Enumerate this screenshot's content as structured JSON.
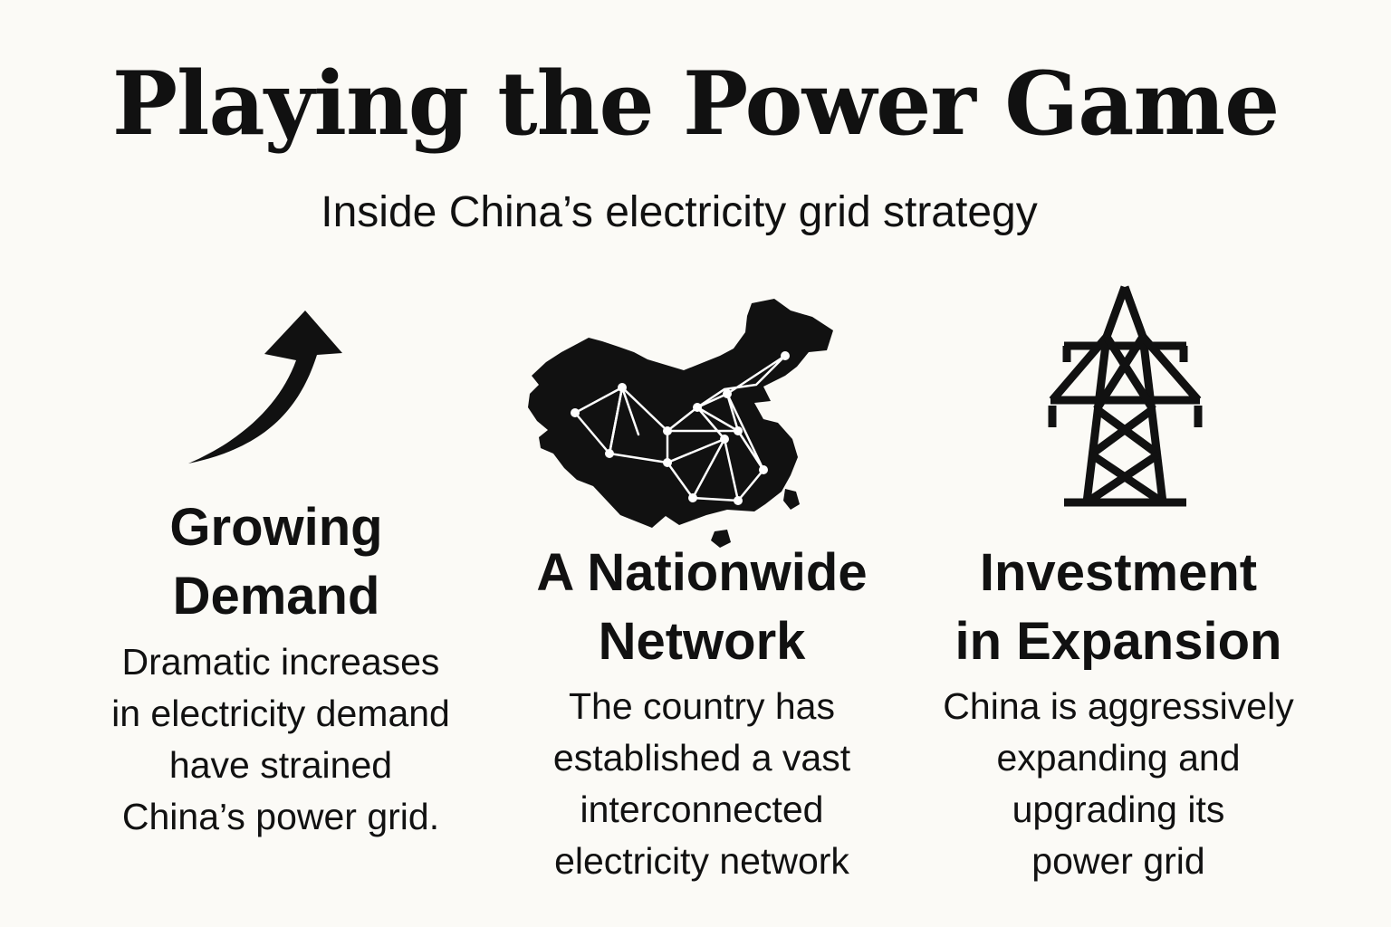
{
  "title": "Playing the Power Game",
  "subtitle": "Inside China’s electricity grid strategy",
  "columns": [
    {
      "icon": "trend-up-arrow-icon",
      "heading": [
        "Growing",
        "Demand"
      ],
      "body": [
        "Dramatic increases",
        "in electricity demand",
        "have strained",
        "China’s power grid."
      ]
    },
    {
      "icon": "china-grid-map-icon",
      "heading": [
        "A Nationwide",
        "Network"
      ],
      "body": [
        "The country has",
        "established a vast",
        "interconnected",
        "electricity network"
      ]
    },
    {
      "icon": "transmission-tower-icon",
      "heading": [
        "Investment",
        "in Expansion"
      ],
      "body": [
        "China is aggressively",
        "expanding and",
        "upgrading its",
        "power grid"
      ]
    }
  ]
}
